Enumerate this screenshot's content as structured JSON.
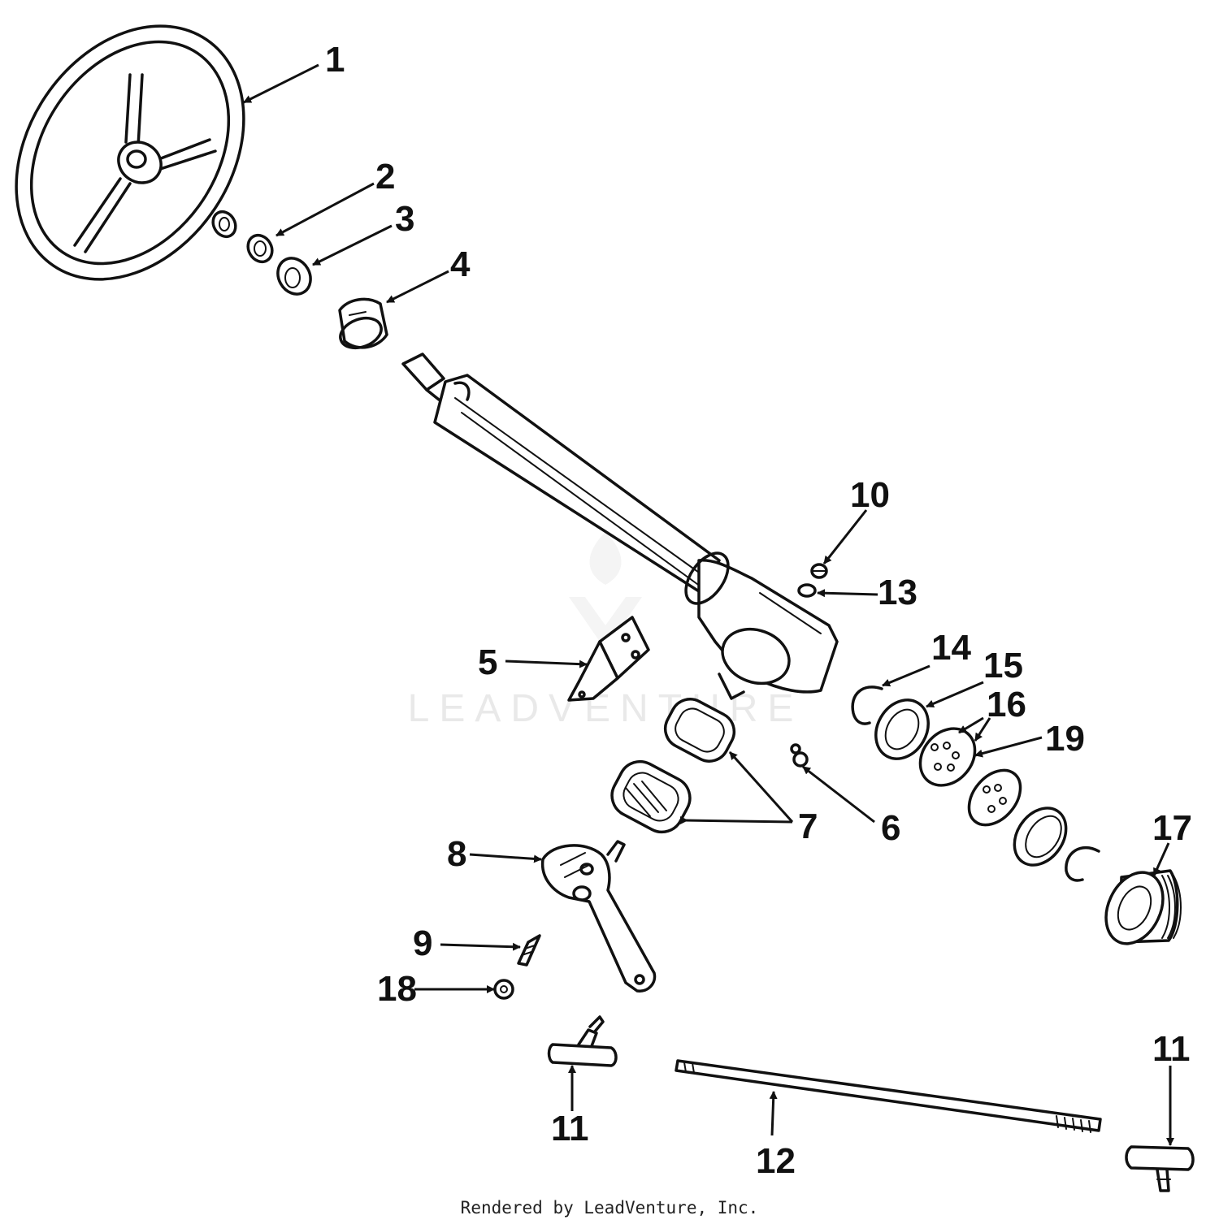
{
  "diagram": {
    "callouts": {
      "c1": "1",
      "c2": "2",
      "c3": "3",
      "c4": "4",
      "c5": "5",
      "c6": "6",
      "c7": "7",
      "c8": "8",
      "c9": "9",
      "c10": "10",
      "c11a": "11",
      "c11b": "11",
      "c12": "12",
      "c13": "13",
      "c14": "14",
      "c15": "15",
      "c16": "16",
      "c17": "17",
      "c18": "18",
      "c19": "19"
    },
    "watermark": "LEADVENTURE",
    "footer": "Rendered by LeadVenture, Inc."
  },
  "colors": {
    "ink": "#111111",
    "watermark": "#e9e9e9",
    "background": "#ffffff"
  }
}
